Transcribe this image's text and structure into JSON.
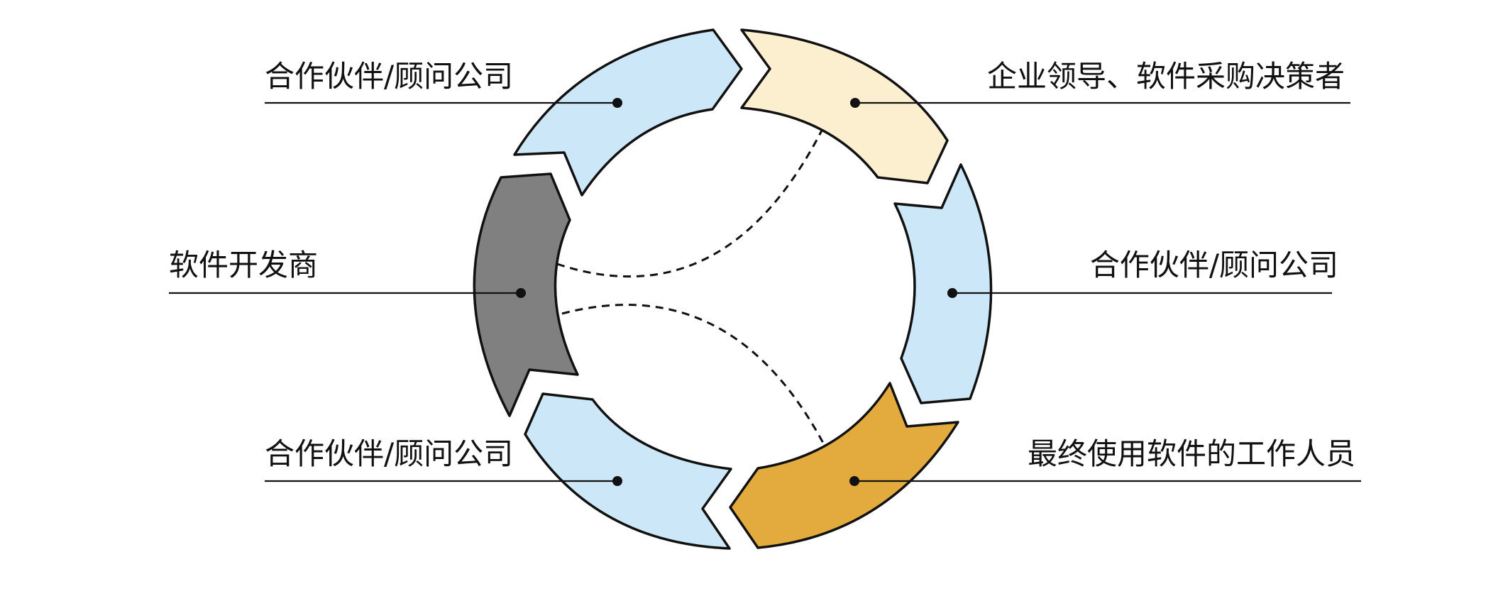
{
  "diagram": {
    "segments": [
      {
        "id": "top-left",
        "label": "合作伙伴/顾问公司",
        "color": "#cce7f8"
      },
      {
        "id": "top-right",
        "label": "企业领导、软件采购决策者",
        "color": "#fcefcf"
      },
      {
        "id": "right",
        "label": "合作伙伴/顾问公司",
        "color": "#cce7f8"
      },
      {
        "id": "bottom-right",
        "label": "最终使用软件的工作人员",
        "color": "#e3ab3e"
      },
      {
        "id": "bottom-left",
        "label": "合作伙伴/顾问公司",
        "color": "#cce7f8"
      },
      {
        "id": "left",
        "label": "软件开发商",
        "color": "#808080"
      }
    ]
  }
}
